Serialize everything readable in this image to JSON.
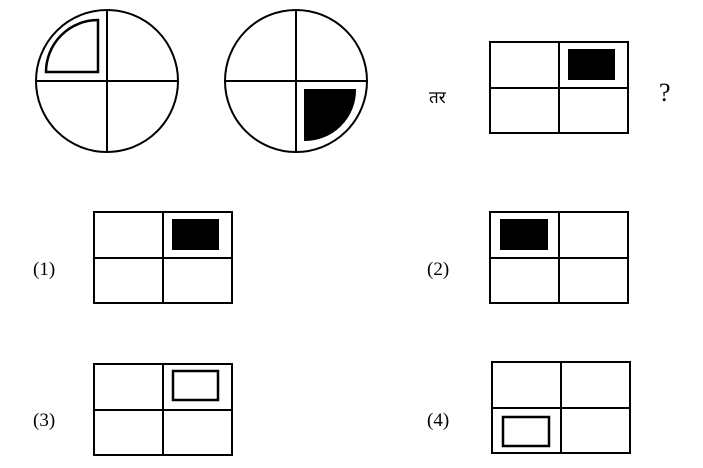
{
  "question": {
    "connector": "तर",
    "question_mark": "?",
    "figures": [
      {
        "shape": "circle-quadrants",
        "marked_quadrant": "top-left",
        "marker": "outlined-quarter-circle"
      },
      {
        "shape": "circle-quadrants",
        "marked_quadrant": "bottom-right",
        "marker": "filled-quarter-circle"
      },
      {
        "shape": "rectangle-quadrants",
        "marked_quadrant": "top-right",
        "marker": "filled-rectangle"
      }
    ]
  },
  "options": [
    {
      "label": "(1)",
      "marked_quadrant": "top-right",
      "marker": "filled-rectangle"
    },
    {
      "label": "(2)",
      "marked_quadrant": "top-left",
      "marker": "filled-rectangle"
    },
    {
      "label": "(3)",
      "marked_quadrant": "top-right",
      "marker": "outlined-rectangle"
    },
    {
      "label": "(4)",
      "marked_quadrant": "bottom-left",
      "marker": "outlined-rectangle"
    }
  ],
  "colors": {
    "ink": "#000000",
    "paper": "#ffffff"
  }
}
